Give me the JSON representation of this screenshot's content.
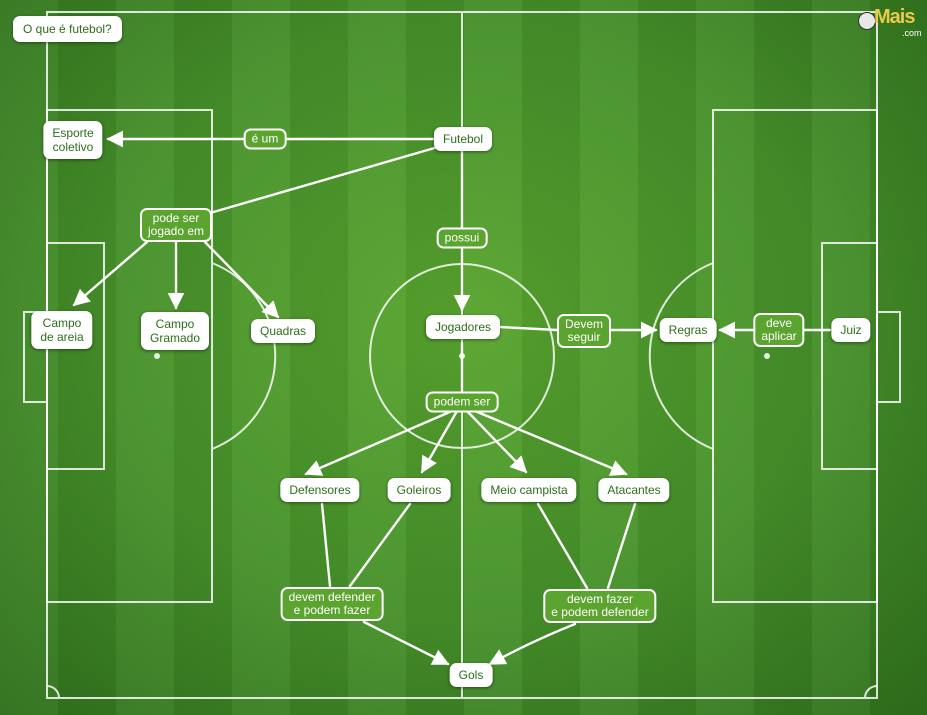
{
  "title": "O que é futebol?",
  "logo": {
    "text": "Mais",
    "sub": ".com",
    "icon": "soccer-ball-icon"
  },
  "colors": {
    "grass": "#3f8a22",
    "lines": "#ffffff",
    "box_text": "#2d6e1b",
    "label_bg": "#5ba42f"
  },
  "concepts": {
    "futebol": "Futebol",
    "esporte_coletivo": "Esporte\ncoletivo",
    "campo_areia": "Campo\nde areia",
    "campo_gramado": "Campo\nGramado",
    "quadras": "Quadras",
    "jogadores": "Jogadores",
    "regras": "Regras",
    "juiz": "Juiz",
    "defensores": "Defensores",
    "goleiros": "Goleiros",
    "meio_campista": "Meio campista",
    "atacantes": "Atacantes",
    "gols": "Gols"
  },
  "links": {
    "e_um": "é um",
    "pode_ser_jogado_em": "pode ser\njogado em",
    "possui": "possui",
    "devem_seguir": "Devem\nseguir",
    "deve_aplicar": "deve\naplicar",
    "podem_ser": "podem ser",
    "devem_defender": "devem defender\ne podem fazer",
    "devem_fazer": "devem fazer\ne podem defender"
  }
}
